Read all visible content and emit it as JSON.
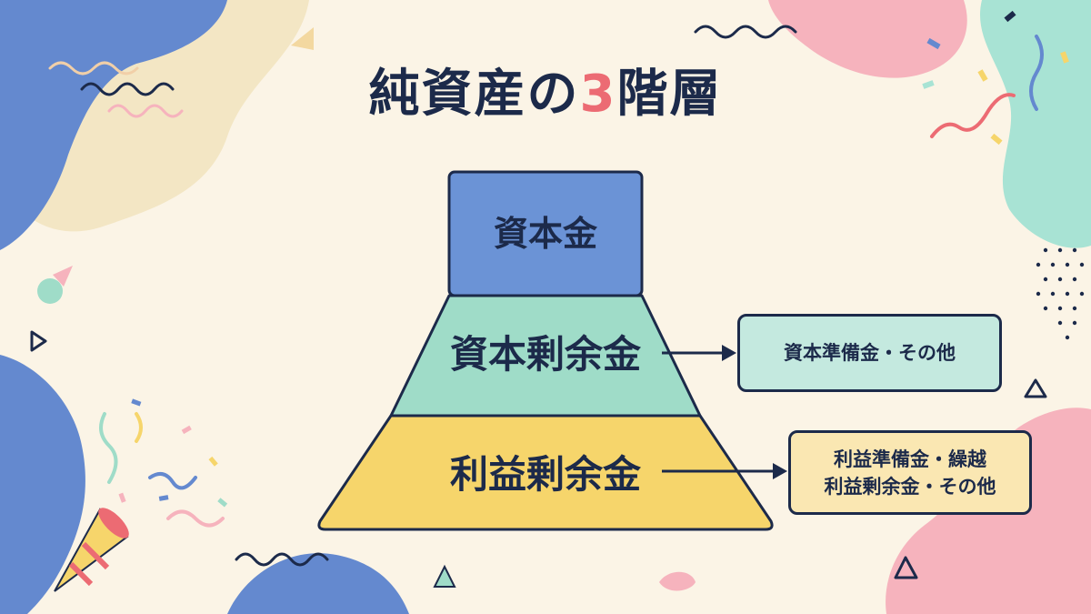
{
  "title": {
    "main": "純資産の",
    "accent": "3",
    "suffix": "階層"
  },
  "tiers": [
    {
      "label": "資本金",
      "color": "#6b93d6"
    },
    {
      "label": "資本剰余金",
      "color": "#9fdcc8"
    },
    {
      "label": "利益剰余金",
      "color": "#f6d56b"
    }
  ],
  "callouts": [
    {
      "lines": [
        "資本準備金・その他"
      ],
      "color": "#c4e9df"
    },
    {
      "lines": [
        "利益準備金・繰越",
        "利益剰余金・その他"
      ],
      "color": "#fae7b2"
    }
  ],
  "colors": {
    "background": "#fbf4e6",
    "ink": "#1c2a4a",
    "accent": "#ec6b73",
    "blob_blue": "#6489cf",
    "blob_pink": "#f6b3bd",
    "blob_mint": "#a8e3d4",
    "blob_cream": "#f3e6c4"
  }
}
